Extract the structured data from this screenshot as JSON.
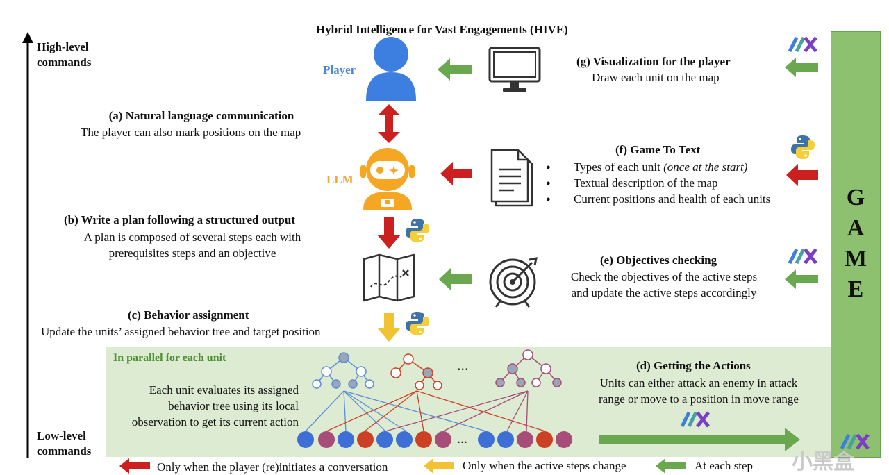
{
  "title": "Hybrid Intelligence for Vast Engagements (HIVE)",
  "axis": {
    "top_label_line1": "High-level",
    "top_label_line2": "commands",
    "bottom_label_line1": "Low-level",
    "bottom_label_line2": "commands"
  },
  "player_label": "Player",
  "llm_label": "LLM",
  "steps": {
    "a": {
      "title": "(a) Natural language communication",
      "line1": "The player can also mark positions on the map"
    },
    "b": {
      "title": "(b) Write a plan following a structured output",
      "line1": "A plan is composed of several steps each with",
      "line2": "prerequisites steps and an objective"
    },
    "c": {
      "title": "(c) Behavior assignment",
      "line1": "Update the units’ assigned behavior tree and target position"
    },
    "d": {
      "title": "(d) Getting the Actions",
      "line1": "Units can either attack an enemy in attack",
      "line2": "range or move to a position in move range"
    },
    "e": {
      "title": "(e) Objectives checking",
      "line1": "Check the objectives of the active steps",
      "line2": "and update the active steps accordingly"
    },
    "f": {
      "title": "(f) Game To Text",
      "bullets": [
        "Types of each unit",
        "Textual description of the map",
        "Current positions and health of each units"
      ],
      "bullet1_note": "(once at the start)"
    },
    "g": {
      "title": "(g) Visualization for the player",
      "line1": "Draw each unit on the map"
    }
  },
  "parallel": {
    "title": "In parallel for each unit",
    "line1": "Each unit evaluates its assigned",
    "line2": "behavior tree using its local",
    "line3": "observation to get its current action",
    "ellipsis": "..."
  },
  "game_letters": [
    "G",
    "A",
    "M",
    "E"
  ],
  "legend": {
    "red": "Only when the player (re)initiates a conversation",
    "yellow": "Only when the active steps change",
    "green": "At each step"
  },
  "watermark": "小黑盒",
  "colors": {
    "red_arrow": "#cc1f1f",
    "green_arrow": "#6aa84f",
    "yellow_arrow": "#f1c232",
    "player_blue": "#3d7fe0",
    "llm_orange": "#f5a623",
    "game_green": "#8dc06f",
    "panel_green": "#dcebd2",
    "tree_blue": "#5b8dd9",
    "tree_red": "#cc4125",
    "tree_mauve": "#a64d79"
  },
  "icons": [
    "person-icon",
    "robot-icon",
    "monitor-icon",
    "document-icon",
    "map-icon",
    "target-icon",
    "python-icon",
    "jax-icon",
    "behavior-tree-icon"
  ]
}
